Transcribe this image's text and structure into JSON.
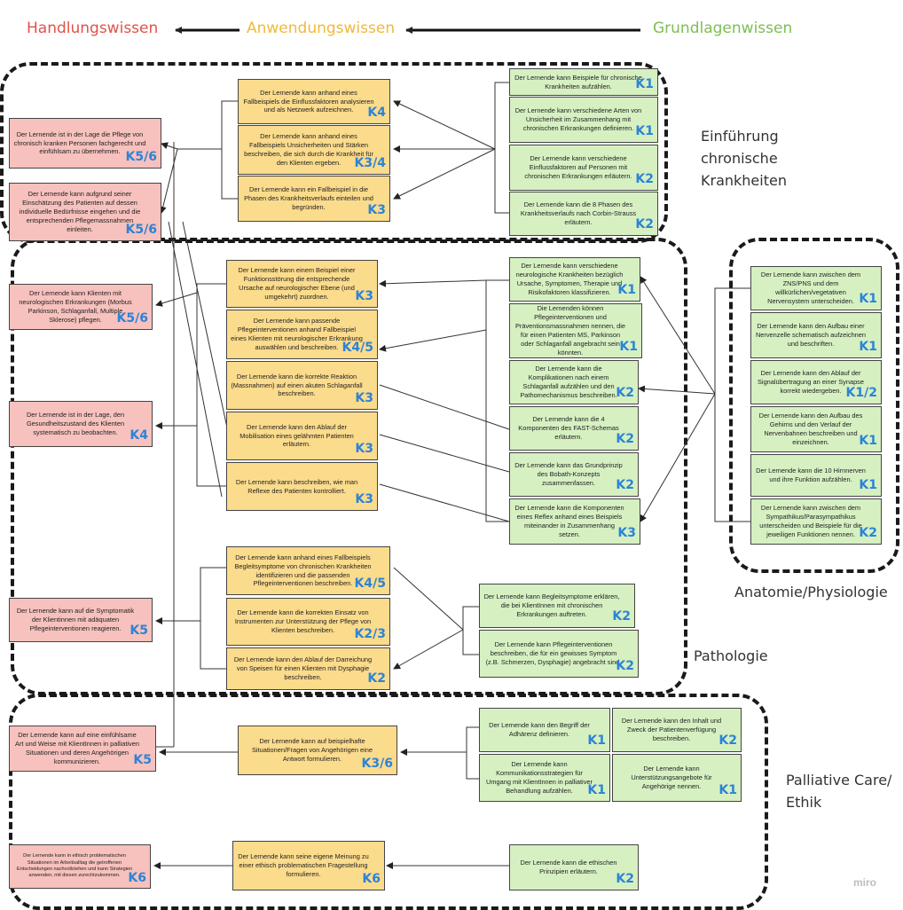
{
  "header": {
    "handlungswissen": "Handlungswissen",
    "anwendungswissen": "Anwendungswissen",
    "grundlagenwissen": "Grundlagenwissen",
    "colors": {
      "handlung": "#e0524a",
      "anwendung": "#f0b93a",
      "grundlagen": "#7bbf54"
    }
  },
  "groups": {
    "einfuehrung": "Einführung\nchronische\nKrankheiten",
    "anatomie": "Anatomie/Physiologie",
    "pathologie": "Pathologie",
    "palliative": "Palliative Care/\nEthik"
  },
  "boxes": {
    "r1": {
      "text": "Der Lernende ist in der Lage die Pflege von chronisch kranken Personen fachgerecht und einfühlsam zu übernehmen.",
      "k": "K5/6"
    },
    "r2": {
      "text": "Der Lernende kann aufgrund seiner Einschätzung des Patienten auf dessen individuelle Bedürfnisse eingehen und die entsprechenden Pflegemassnahmen einleiten.",
      "k": "K5/6"
    },
    "r3": {
      "text": "Der Lernende kann Klienten mit neurologischen Erkrankungen (Morbus Parkinson, Schlaganfall, Multiple Sklerose) pflegen.",
      "k": "K5/6"
    },
    "r4": {
      "text": "Der Lernende ist in der Lage, den Gesundheitszustand des Klienten systematisch zu beobachten.",
      "k": "K4"
    },
    "r5": {
      "text": "Der Lernende kann auf die Symptomatik der Klientinnen mit adäquaten Pflegeinterventionen reagieren.",
      "k": "K5"
    },
    "r6": {
      "text": "Der Lernende kann auf eine einfühlsame Art und Weise mit KlientInnen in palliativen Situationen und deren Angehörigen kommunizieren.",
      "k": "K5"
    },
    "r7": {
      "text": "Der Lernende kann in ethisch problematischen Situationen im Arbeitsalltag die getroffenen Entscheidungen nachvollziehen und kann Strategien anwenden, mit diesen zurechtzukommen.",
      "k": "K6"
    },
    "y1": {
      "text": "Der Lernende kann anhand eines Fallbeispiels die Einflussfaktoren analysieren und als Netzwerk aufzeichnen.",
      "k": "K4"
    },
    "y2": {
      "text": "Der Lernende kann anhand eines Fallbeispiels Unsicherheiten und Stärken beschreiben, die sich durch die Krankheit für den Klienten ergeben.",
      "k": "K3/4"
    },
    "y3": {
      "text": "Der Lernende kann ein Fallbeispiel in die Phasen des Krankheitsverlaufs einteilen und begründen.",
      "k": "K3"
    },
    "y4": {
      "text": "Der Lernende kann einem Beispiel einer Funktionsstörung die entsprechende Ursache auf neurologischer Ebene (und umgekehrt) zuordnen.",
      "k": "K3"
    },
    "y5": {
      "text": "Der Lernende kann passende Pflegeinterventionen anhand Fallbeispiel eines Klienten mit neurologischer Erkrankung auswählen und beschreiben.",
      "k": "K4/5"
    },
    "y6": {
      "text": "Der Lernende kann die korrekte Reaktion (Massnahmen) auf einen akuten Schlaganfall beschreiben.",
      "k": "K3"
    },
    "y7": {
      "text": "Der Lernende kann den Ablauf der Mobilisation eines gelähmten Patienten erläutern.",
      "k": "K3"
    },
    "y8": {
      "text": "Der Lernende kann beschreiben, wie man Reflexe des Patienten kontrolliert.",
      "k": "K3"
    },
    "y9": {
      "text": "Der Lernende kann anhand eines Fallbeispiels Begleitsymptome von chronischen Krankheiten identifizieren und die passenden Pflegeinterventionen beschreiben.",
      "k": "K4/5"
    },
    "y10": {
      "text": "Der Lernende kann die korrekten Einsatz von Instrumenten zur Unterstützung der Pflege von Klienten beschreiben.",
      "k": "K2/3"
    },
    "y11": {
      "text": "Der Lernende kann den Ablauf der Darreichung von Speisen für einen Klienten mit Dysphagie beschreiben.",
      "k": "K2"
    },
    "y12": {
      "text": "Der Lernende kann auf beispielhafte Situationen/Fragen von Angehörigen eine Antwort formulieren.",
      "k": "K3/6"
    },
    "y13": {
      "text": "Der Lernende kann seine eigene Meinung zu einer ethisch problematischen Fragestellung formulieren.",
      "k": "K6"
    },
    "g1": {
      "text": "Der Lernende kann Beispiele für chronische Krankheiten aufzählen.",
      "k": "K1"
    },
    "g2": {
      "text": "Der Lernende kann verschiedene Arten von Unsicherheit im Zusammenhang mit chronischen Erkrankungen definieren.",
      "k": "K1"
    },
    "g3": {
      "text": "Der Lernende kann verschiedene Einflussfaktoren auf Personen mit chronischen Erkrankungen erläutern.",
      "k": "K2"
    },
    "g4": {
      "text": "Der Lernende kann die 8 Phasen des Krankheitsverlaufs nach Corbin-Strauss erläutern.",
      "k": "K2"
    },
    "g5": {
      "text": "Der Lernende kann verschiedene neurologische Krankheiten bezüglich Ursache, Symptomen, Therapie und Risikofaktoren klassifizieren.",
      "k": "K1"
    },
    "g6": {
      "text": "Die Lernenden können Pflegeinterventionen und Präventionsmassnahmen nennen, die für einen Patienten MS, Parkinson oder Schlaganfall angebracht sein könnten.",
      "k": "K1"
    },
    "g7": {
      "text": "Der Lernende kann die Komplikationen nach einem Schlaganfall aufzählen und den Pathomechanismus beschreiben.",
      "k": "K2"
    },
    "g8": {
      "text": "Der Lernende kann die 4 Komponenten des FAST-Schemas erläutern.",
      "k": "K2"
    },
    "g9": {
      "text": "Der Lernende kann das Grundprinzip des Bobath-Konzepts zusammenfassen.",
      "k": "K2"
    },
    "g10": {
      "text": "Der Lernende kann die Komponenten eines Reflex anhand eines Beispiels miteinander in Zusammenhang setzen.",
      "k": "K3"
    },
    "g11": {
      "text": "Der Lernende kann Begleitsymptome erklären, die bei KlientInnen mit chronischen Erkrankungen auftreten.",
      "k": "K2"
    },
    "g12": {
      "text": "Der Lernende kann Pflegeinterventionen beschreiben, die für ein gewisses Symptom (z.B. Schmerzen, Dysphagie) angebracht sind.",
      "k": "K2"
    },
    "g13": {
      "text": "Der Lernende kann zwischen dem ZNS/PNS und dem willkürlichen/vegetativen Nervensystem unterscheiden.",
      "k": "K1"
    },
    "g14": {
      "text": "Der Lernende kann den Aufbau einer Nervenzelle schematisch aufzeichnen und beschriften.",
      "k": "K1"
    },
    "g15": {
      "text": "Der Lernende kann den Ablauf der Signalübertragung an einer Synapse korrekt wiedergeben.",
      "k": "K1/2"
    },
    "g16": {
      "text": "Der Lernende kann den Aufbau des Gehirns und den Verlauf der Nervenbahnen beschreiben und einzeichnen.",
      "k": "K1"
    },
    "g17": {
      "text": "Der Lernende kann die 10 Hirnnerven und ihre Funktion aufzählen.",
      "k": "K1"
    },
    "g18": {
      "text": "Der Lernende kann zwischen dem Sympathikus/Parasympathikus unterscheiden und Beispiele für die jeweiligen Funktionen nennen.",
      "k": "K2"
    },
    "g19": {
      "text": "Der Lernende kann den Begriff der Adhärenz definieren.",
      "k": "K1"
    },
    "g20": {
      "text": "Der Lernende kann den Inhalt und Zweck der Patientenverfügung beschreiben.",
      "k": "K2"
    },
    "g21": {
      "text": "Der Lernende kann Kommunikationsstrategien für Umgang mit KlientInnen in palliativer Behandlung aufzählen.",
      "k": "K1"
    },
    "g22": {
      "text": "Der Lernende kann Unterstützungsangebote für Angehörige nennen.",
      "k": "K1"
    },
    "g23": {
      "text": "Der Lernende kann die ethischen Prinzipien erläutern.",
      "k": "K2"
    }
  },
  "watermark": "miro"
}
